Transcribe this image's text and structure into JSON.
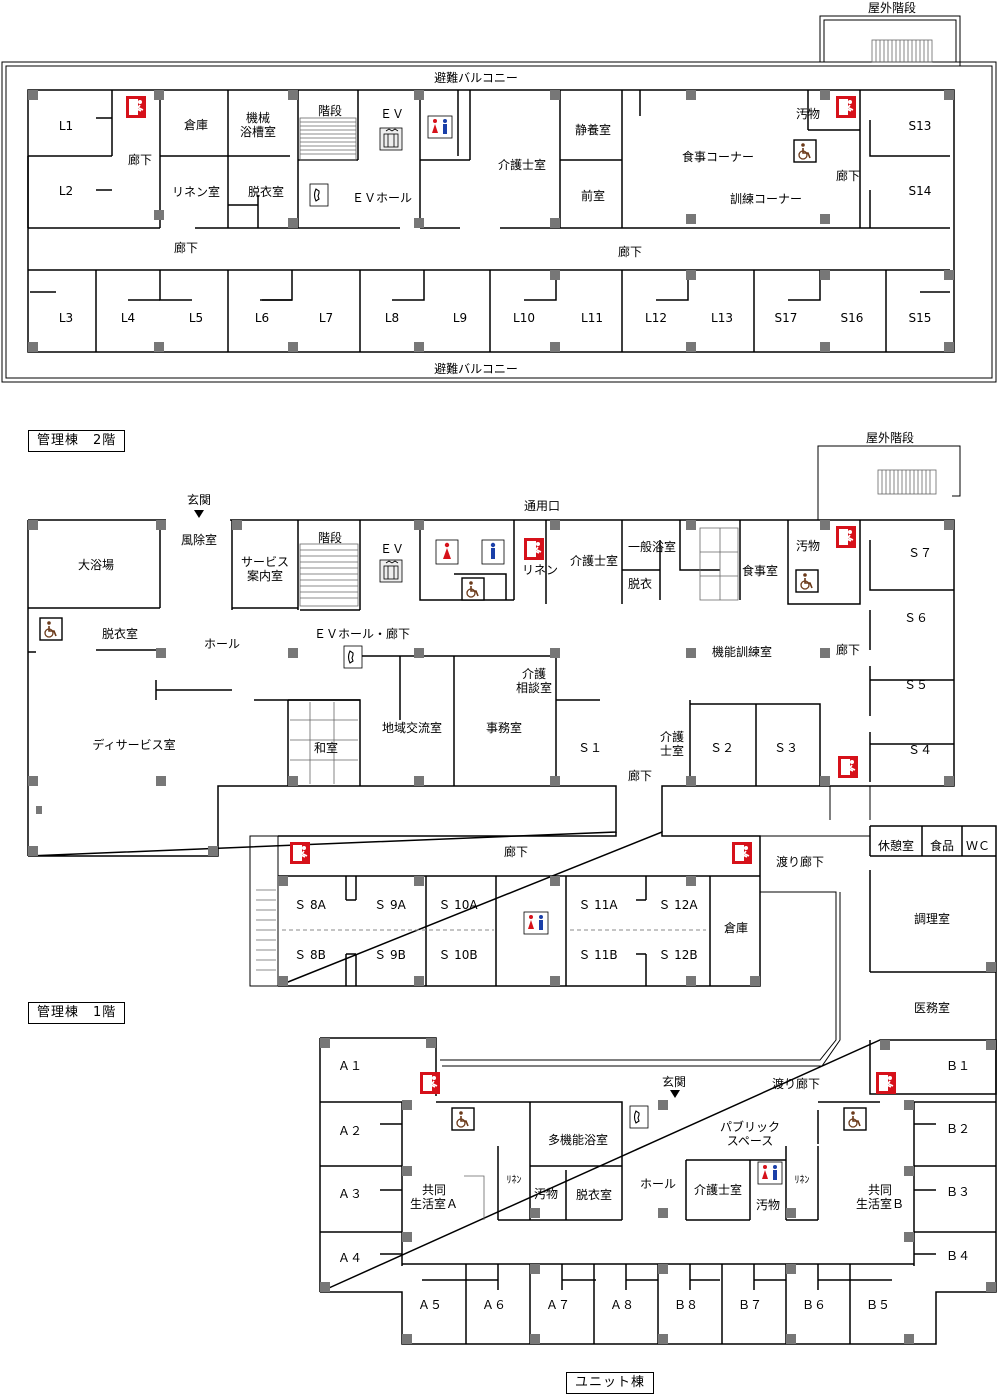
{
  "floors": [
    {
      "id": "kanri-2f",
      "title": "管理棟　2階",
      "rooms": [
        {
          "label": "屋外階段"
        },
        {
          "label": "避難バルコニー"
        },
        {
          "label": "L1"
        },
        {
          "label": "L2"
        },
        {
          "label": "倉庫"
        },
        {
          "label": "廊下"
        },
        {
          "label": "機械\n浴槽室"
        },
        {
          "label": "リネン室"
        },
        {
          "label": "脱衣室"
        },
        {
          "label": "階段"
        },
        {
          "label": "ＥＶ"
        },
        {
          "label": "ＥＶホール"
        },
        {
          "label": "介護士室"
        },
        {
          "label": "静養室"
        },
        {
          "label": "前室"
        },
        {
          "label": "食事コーナー"
        },
        {
          "label": "訓練コーナー"
        },
        {
          "label": "汚物"
        },
        {
          "label": "廊下"
        },
        {
          "label": "S13"
        },
        {
          "label": "S14"
        },
        {
          "label": "廊下"
        },
        {
          "label": "廊下"
        },
        {
          "label": "L3"
        },
        {
          "label": "L4"
        },
        {
          "label": "L5"
        },
        {
          "label": "L6"
        },
        {
          "label": "L7"
        },
        {
          "label": "L8"
        },
        {
          "label": "L9"
        },
        {
          "label": "L10"
        },
        {
          "label": "L11"
        },
        {
          "label": "L12"
        },
        {
          "label": "L13"
        },
        {
          "label": "S17"
        },
        {
          "label": "S16"
        },
        {
          "label": "S15"
        },
        {
          "label": "避難バルコニー"
        }
      ]
    },
    {
      "id": "kanri-1f",
      "title": "管理棟　1階",
      "rooms": [
        {
          "label": "屋外階段"
        },
        {
          "label": "玄関"
        },
        {
          "label": "通用口"
        },
        {
          "label": "大浴場"
        },
        {
          "label": "風除室"
        },
        {
          "label": "サービス\n案内室"
        },
        {
          "label": "階段"
        },
        {
          "label": "ＥＶ"
        },
        {
          "label": "リネン"
        },
        {
          "label": "介護士室"
        },
        {
          "label": "一般浴室"
        },
        {
          "label": "脱衣"
        },
        {
          "label": "食事室"
        },
        {
          "label": "汚物"
        },
        {
          "label": "Ｓ７"
        },
        {
          "label": "脱衣室"
        },
        {
          "label": "ホール"
        },
        {
          "label": "ＥＶホール・廊下"
        },
        {
          "label": "機能訓練室"
        },
        {
          "label": "廊下"
        },
        {
          "label": "Ｓ６"
        },
        {
          "label": "介護\n相談室"
        },
        {
          "label": "Ｓ５"
        },
        {
          "label": "ディサービス室"
        },
        {
          "label": "和室"
        },
        {
          "label": "地域交流室"
        },
        {
          "label": "事務室"
        },
        {
          "label": "Ｓ１"
        },
        {
          "label": "介護\n士室"
        },
        {
          "label": "Ｓ２"
        },
        {
          "label": "Ｓ３"
        },
        {
          "label": "Ｓ４"
        },
        {
          "label": "廊下"
        },
        {
          "label": "廊下"
        },
        {
          "label": "渡り廊下"
        },
        {
          "label": "休憩室"
        },
        {
          "label": "食品"
        },
        {
          "label": "ＷＣ"
        },
        {
          "label": "Ｓ 8A"
        },
        {
          "label": "Ｓ 9A"
        },
        {
          "label": "Ｓ 10A"
        },
        {
          "label": "Ｓ 11A"
        },
        {
          "label": "Ｓ 12A"
        },
        {
          "label": "倉庫"
        },
        {
          "label": "調理室"
        },
        {
          "label": "Ｓ 8B"
        },
        {
          "label": "Ｓ 9B"
        },
        {
          "label": "Ｓ 10B"
        },
        {
          "label": "Ｓ 11B"
        },
        {
          "label": "Ｓ 12B"
        },
        {
          "label": "医務室"
        }
      ]
    },
    {
      "id": "unit",
      "title": "ユニット棟",
      "rooms": [
        {
          "label": "Ａ１"
        },
        {
          "label": "玄関"
        },
        {
          "label": "渡り廊下"
        },
        {
          "label": "Ｂ１"
        },
        {
          "label": "Ａ２"
        },
        {
          "label": "多機能浴室"
        },
        {
          "label": "パブリック\nスペース"
        },
        {
          "label": "Ｂ２"
        },
        {
          "label": "Ａ３"
        },
        {
          "label": "共同\n生活室Ａ"
        },
        {
          "label": "ﾘﾈﾝ"
        },
        {
          "label": "汚物"
        },
        {
          "label": "脱衣室"
        },
        {
          "label": "ホール"
        },
        {
          "label": "介護士室"
        },
        {
          "label": "汚物"
        },
        {
          "label": "ﾘﾈﾝ"
        },
        {
          "label": "共同\n生活室Ｂ"
        },
        {
          "label": "Ｂ３"
        },
        {
          "label": "Ａ４"
        },
        {
          "label": "Ｂ４"
        },
        {
          "label": "Ａ５"
        },
        {
          "label": "Ａ６"
        },
        {
          "label": "Ａ７"
        },
        {
          "label": "Ａ８"
        },
        {
          "label": "Ｂ８"
        },
        {
          "label": "Ｂ７"
        },
        {
          "label": "Ｂ６"
        },
        {
          "label": "Ｂ５"
        }
      ]
    }
  ],
  "icons": {
    "exit": "emergency-exit-icon",
    "toilet": "restroom-icon",
    "wheelchair": "accessible-toilet-icon",
    "elevator": "elevator-icon",
    "phone": "phone-icon"
  },
  "colors": {
    "exit_sign": "#d6111a",
    "wall": "#000000",
    "column": "#777777",
    "male": "#1a3fa8",
    "female": "#d6111a"
  }
}
